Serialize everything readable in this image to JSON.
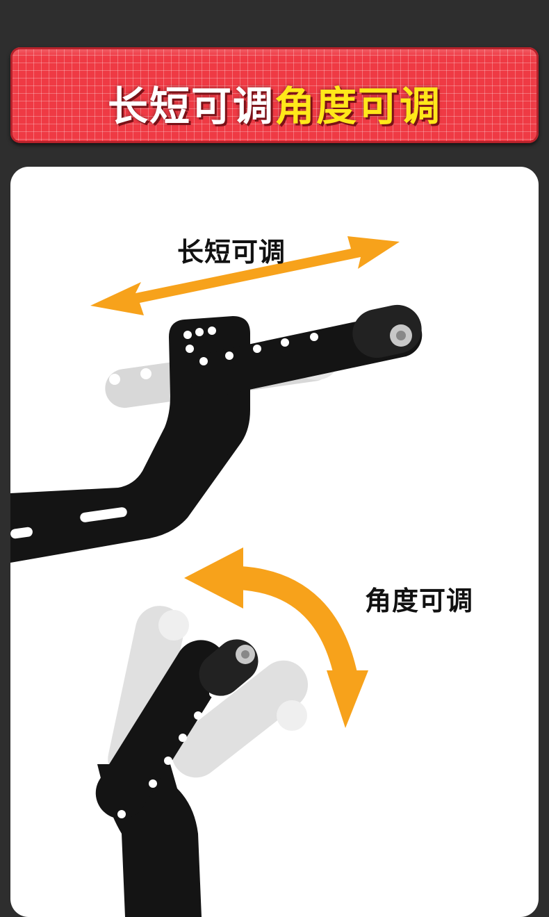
{
  "banner": {
    "title_part1": "长短可调",
    "title_part2": "角度可调"
  },
  "labels": {
    "length_adjust": "长短可调",
    "angle_adjust": "角度可调"
  },
  "colors": {
    "background": "#2e2e2e",
    "banner_red": "#ef3a44",
    "highlight_yellow": "#ffe81a",
    "arrow_orange": "#f7a21b",
    "bracket_black": "#141414"
  },
  "icons": [
    "double-arrow-icon",
    "curved-double-arrow-icon"
  ]
}
